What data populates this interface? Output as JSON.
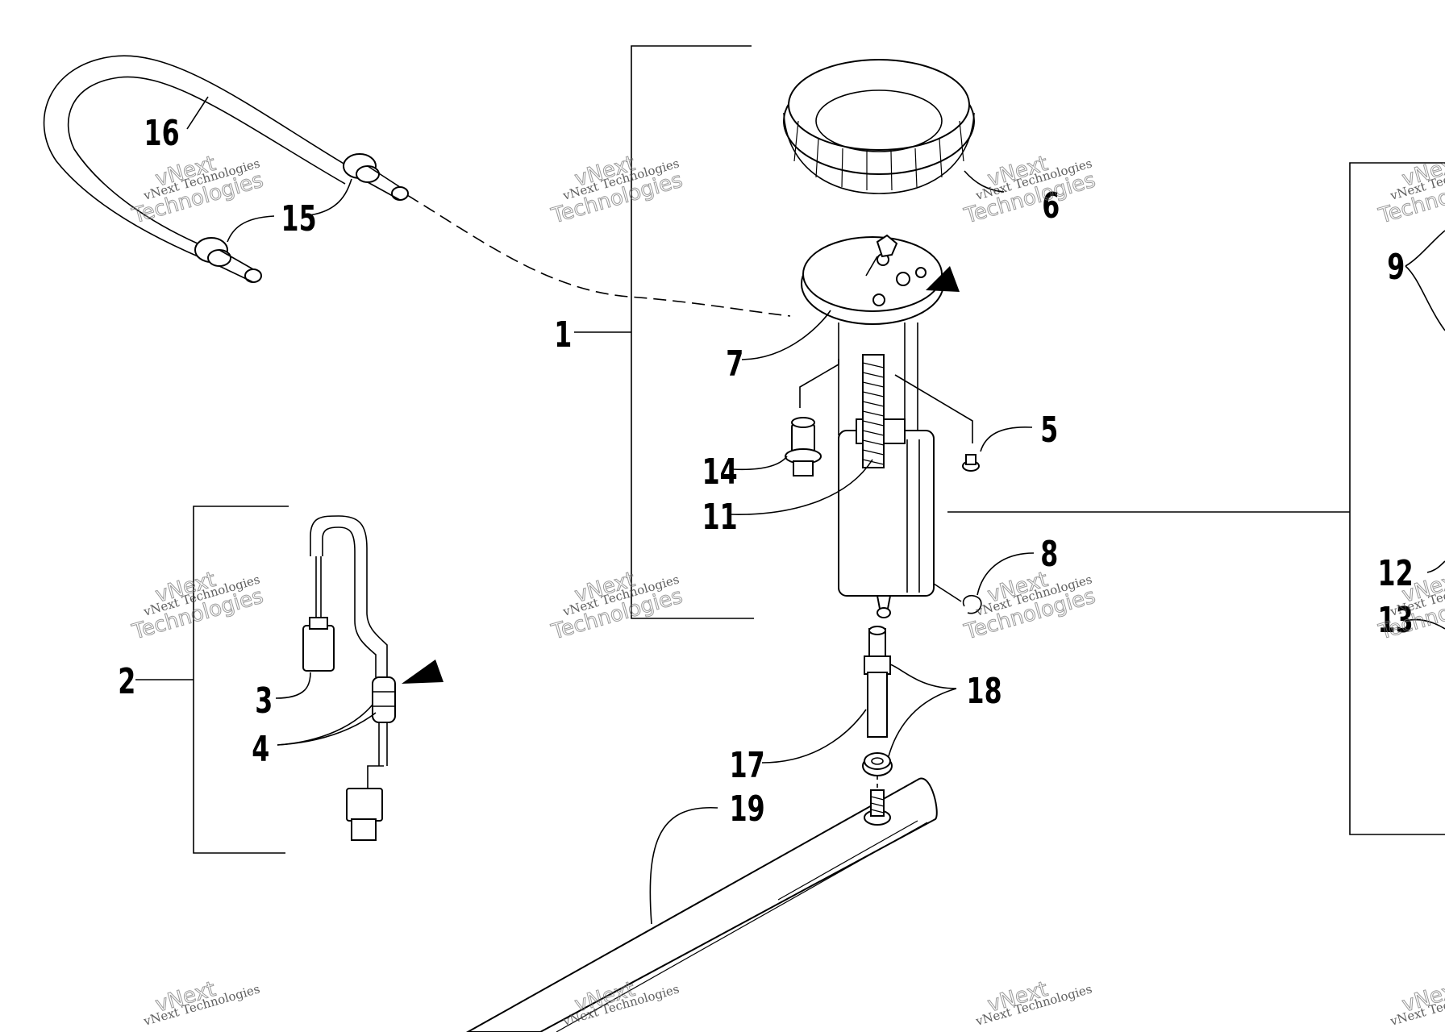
{
  "colors": {
    "line": "#000000",
    "background": "#ffffff",
    "watermark": "#777777"
  },
  "watermark": {
    "line1": "vNext Technologies",
    "line2": "vNext",
    "line3": "Technologies"
  },
  "callouts": {
    "c1": "1",
    "c2": "2",
    "c3": "3",
    "c4": "4",
    "c5": "5",
    "c6": "6",
    "c7": "7",
    "c8": "8",
    "c9": "9",
    "c11": "11",
    "c12": "12",
    "c13": "13",
    "c14": "14",
    "c15": "15",
    "c16": "16",
    "c17": "17",
    "c18": "18",
    "c19": "19"
  }
}
